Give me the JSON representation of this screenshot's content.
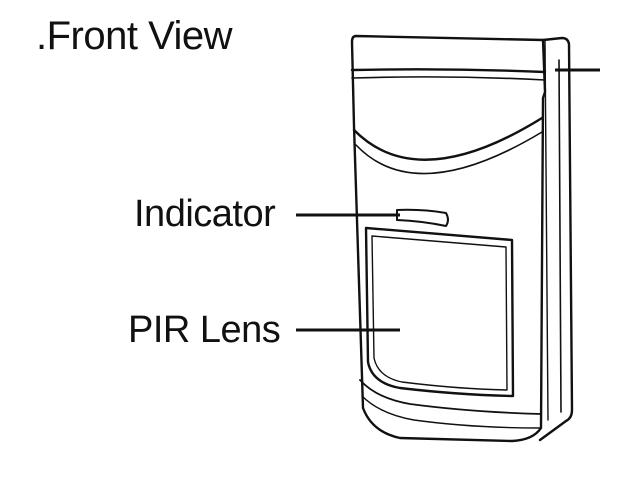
{
  "title": ".Front View",
  "labels": {
    "indicator": "Indicator",
    "pir_lens": "PIR Lens"
  },
  "colors": {
    "line": "#111111",
    "background": "#ffffff"
  }
}
